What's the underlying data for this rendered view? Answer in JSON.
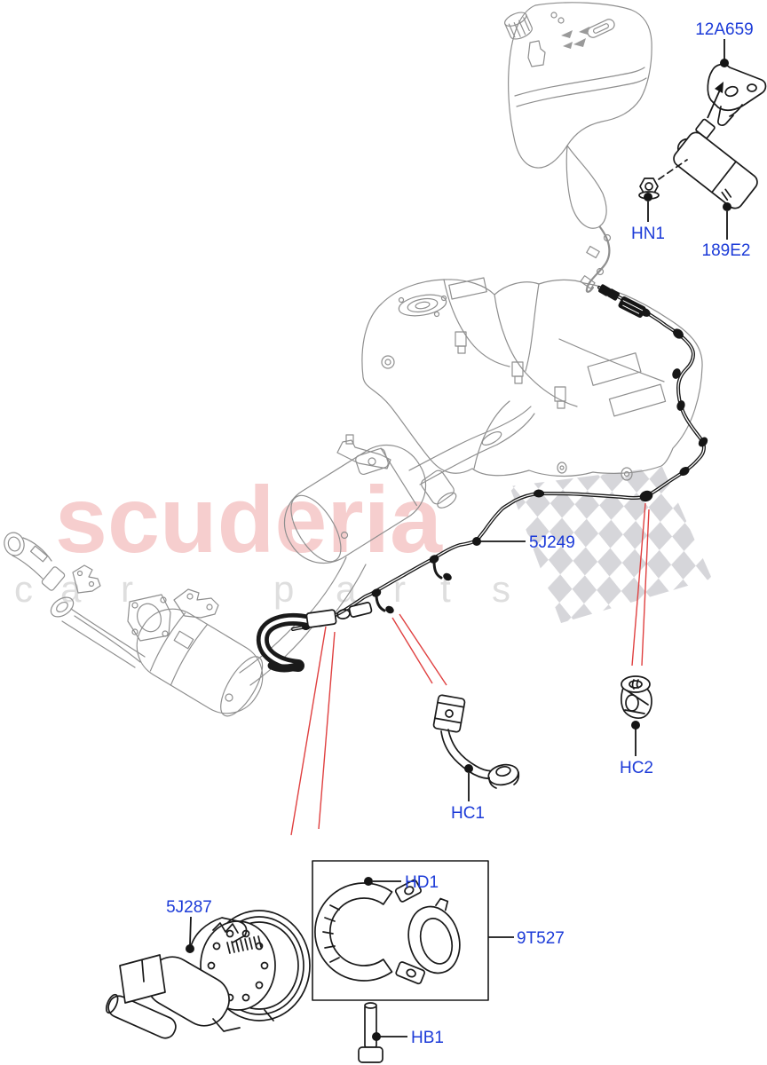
{
  "colors": {
    "background": "#ffffff",
    "label_text": "#1c3bd8",
    "leader_black": "#151515",
    "callout_red": "#e04040",
    "context_gray": "#8f8f8f",
    "part_black": "#1a1a1a",
    "flag_gray": "#d6d6da"
  },
  "watermark": {
    "brand": "scuderia",
    "brand_color": "#f5c3c3",
    "letters_color": "#dedede",
    "letters": [
      "c",
      "a",
      "r",
      "p",
      "a",
      "r",
      "t",
      "s"
    ]
  },
  "diagram": {
    "labels": [
      {
        "text": "12A659"
      },
      {
        "text": "HN1"
      },
      {
        "text": "189E2"
      },
      {
        "text": "5J249"
      },
      {
        "text": "HC2"
      },
      {
        "text": "HC1"
      },
      {
        "text": "HD1"
      },
      {
        "text": "9T527"
      },
      {
        "text": "5J287"
      },
      {
        "text": "HB1"
      }
    ]
  }
}
